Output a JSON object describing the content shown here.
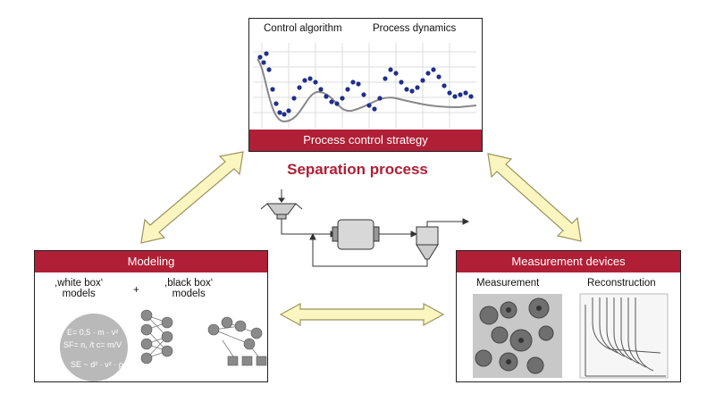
{
  "title": "Separation process",
  "top_box": {
    "label_left": "Control algorithm",
    "label_right": "Process dynamics",
    "bar": "Process control strategy"
  },
  "modeling": {
    "bar": "Modeling",
    "white_box": ",white box‘\nmodels",
    "plus": "+",
    "black_box": ",black box‘\nmodels",
    "equations": [
      "E= 0,5 · m · v²",
      "SF= n, /t  c= m/V",
      "SE ~ d² · v² · ρ"
    ]
  },
  "measurement": {
    "bar": "Measurement devices",
    "label_left": "Measurement",
    "label_right": "Reconstruction"
  },
  "colors": {
    "accent": "#b01f35",
    "arrow_fill": "#fbf5bf",
    "arrow_stroke": "#9a9560",
    "dots": "#1f2f8c"
  }
}
